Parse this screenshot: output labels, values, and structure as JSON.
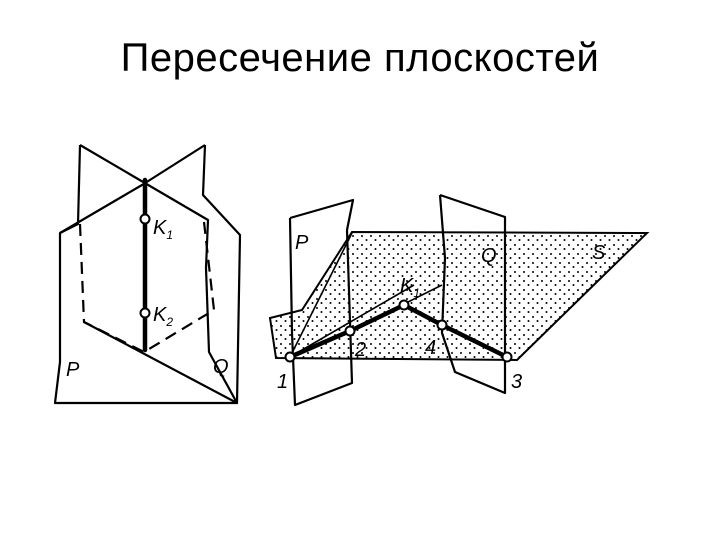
{
  "title": "Пересечение плоскостей",
  "fig_left": {
    "plane_p": "P",
    "plane_q": "Q",
    "point_k1": {
      "main": "K",
      "sub": "1"
    },
    "point_k2": {
      "main": "K",
      "sub": "2"
    }
  },
  "fig_right": {
    "plane_p": "P",
    "plane_q": "Q",
    "plane_s": "S",
    "point_k1": {
      "main": "K",
      "sub": "1"
    },
    "point_1": "1",
    "point_2": "2",
    "point_3": "3",
    "point_4": "4"
  }
}
